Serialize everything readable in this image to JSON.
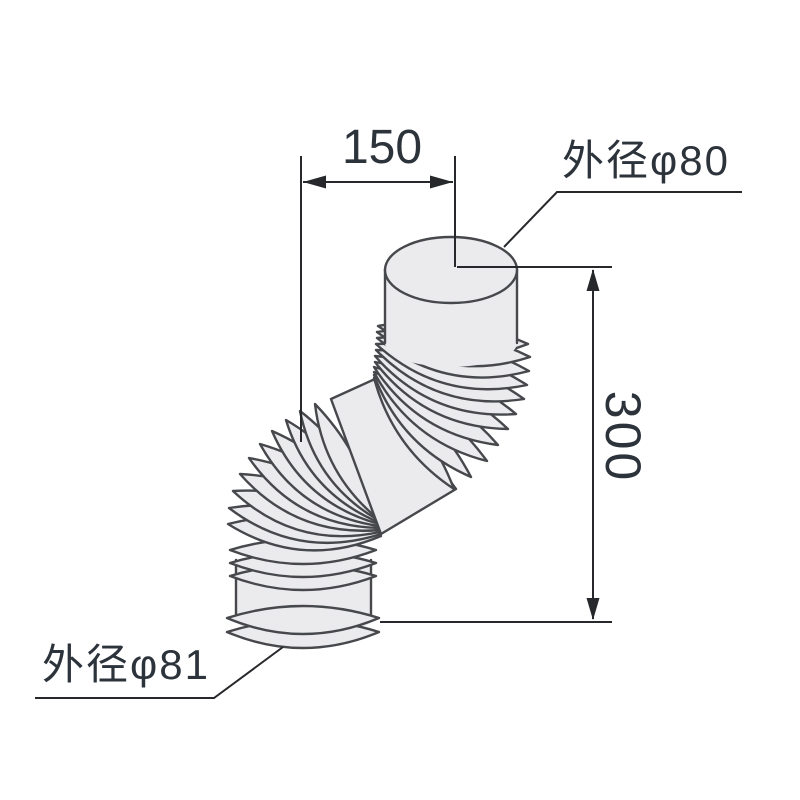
{
  "diagram": {
    "kind": "flexible-duct-s-bend-technical-drawing",
    "dimensions": {
      "horizontal_offset": "150",
      "vertical_length": "300"
    },
    "callouts": {
      "top_outer_diameter": "外径φ80",
      "bottom_outer_diameter": "外径φ81"
    },
    "colors": {
      "background": "#ffffff",
      "pipe_fill": "#ebebed",
      "pipe_outline": "#46484c",
      "dimension_lines": "#26282b",
      "text": "#2d333b"
    }
  }
}
